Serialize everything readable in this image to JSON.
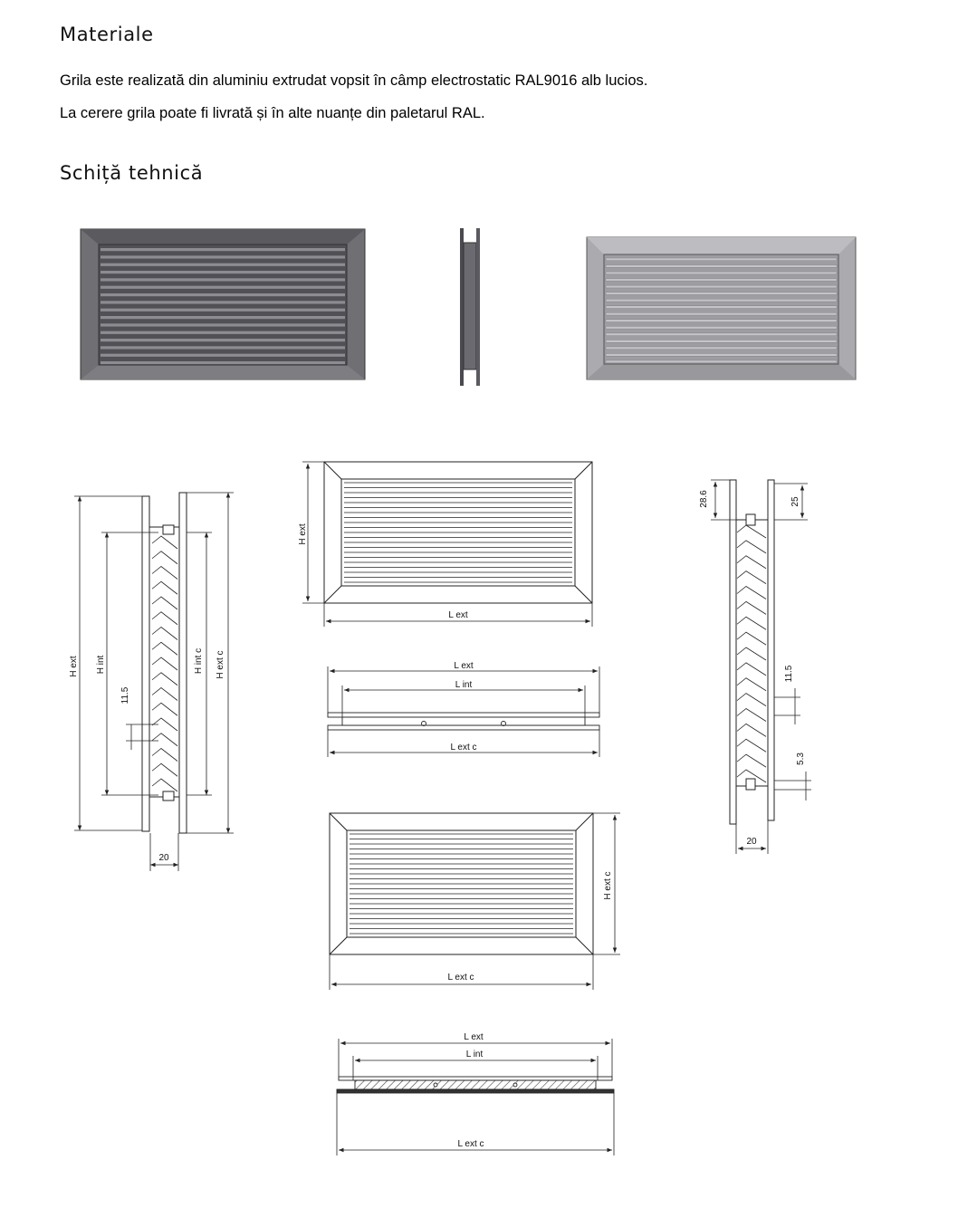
{
  "section_materials": {
    "title": "Materiale",
    "lines": [
      "Grila este realizată din aluminiu extrudat vopsit în câmp electrostatic RAL9016 alb lucios.",
      "La cerere grila poate fi livrată și în alte nuanțe din paletarul RAL."
    ]
  },
  "section_sketch": {
    "title": "Schiță tehnică",
    "labels": {
      "h_ext": "H ext",
      "h_int": "H int",
      "h_int_c": "H int c",
      "h_ext_c": "H ext c",
      "l_ext": "L ext",
      "l_int": "L int",
      "l_ext_c": "L ext c",
      "dim_11_5": "11.5",
      "dim_20": "20",
      "dim_28_6": "28.6",
      "dim_25": "25",
      "dim_5_3": "5.3"
    }
  },
  "colors": {
    "dark_frame": "#6f6f74",
    "dark_inner": "#5e5e63",
    "dark_louver": "#8c8c92",
    "light_frame": "#aaaaaf",
    "light_louver": "#c4c4c8",
    "line": "#222222"
  }
}
